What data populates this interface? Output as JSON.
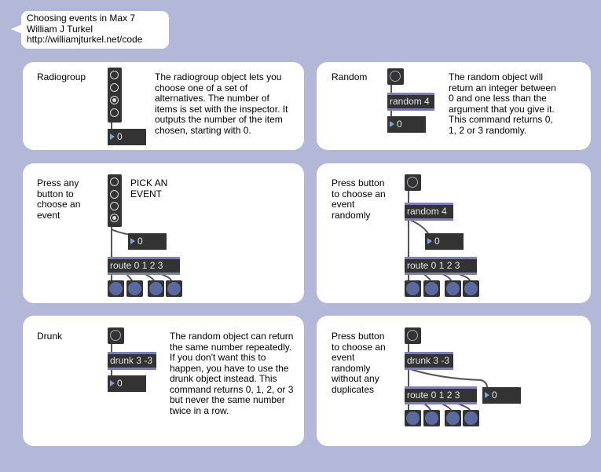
{
  "header": {
    "line1": "Choosing events in Max 7",
    "line2": "William J Turkel",
    "line3": "http://williamjturkel.net/code"
  },
  "panels": {
    "radiogroup": {
      "title": "Radiogroup",
      "description": "The radiogroup object lets you choose one of a set of alternatives. The number of items is set with the inspector. It outputs the number of the item chosen, starting with 0.",
      "number_value": "0"
    },
    "random": {
      "title": "Random",
      "object_text": "random 4",
      "description": "The random object will return an integer between 0 and one less than the argument that you give it. This command returns 0, 1, 2 or 3 randomly.",
      "number_value": "0"
    },
    "press_any": {
      "title": "Press any button to choose an event",
      "pick_label": "PICK AN EVENT",
      "number_value": "0",
      "route_text": "route 0 1 2 3"
    },
    "press_random": {
      "title": "Press button to choose an event randomly",
      "object_text": "random 4",
      "number_value": "0",
      "route_text": "route 0 1 2 3"
    },
    "drunk": {
      "title": "Drunk",
      "object_text": "drunk 3 -3",
      "description": "The random object can return the same number repeatedly. If you don't want this to happen, you have to use the drunk object instead. This command returns 0, 1, 2, or 3 but never the same number twice in a row.",
      "number_value": "0"
    },
    "press_drunk": {
      "title": "Press button to choose an event randomly without any duplicates",
      "object_text": "drunk 3 -3",
      "number_value": "0",
      "route_text": "route 0 1 2 3"
    }
  }
}
